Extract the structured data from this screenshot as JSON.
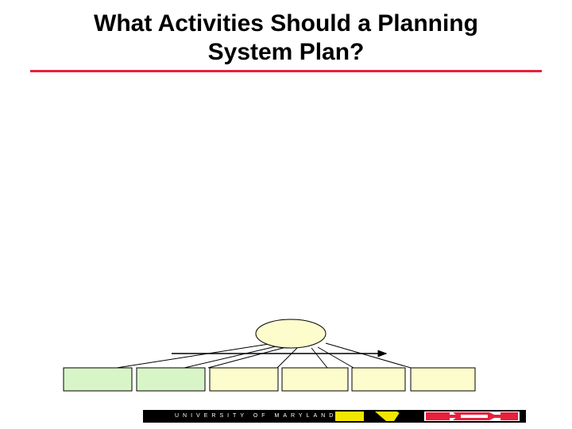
{
  "title": {
    "line1": "What Activities Should a Planning",
    "line2": "System Plan?"
  },
  "footer": {
    "university": "UNIVERSITY OF MARYLAND"
  },
  "colors": {
    "title_rule": "#e8203c",
    "green_box": "#d8f5c8",
    "yellow_box": "#fcfccc",
    "oval": "#fcfccc",
    "flag_yellow": "#f2e600",
    "flag_red": "#e8203c"
  }
}
